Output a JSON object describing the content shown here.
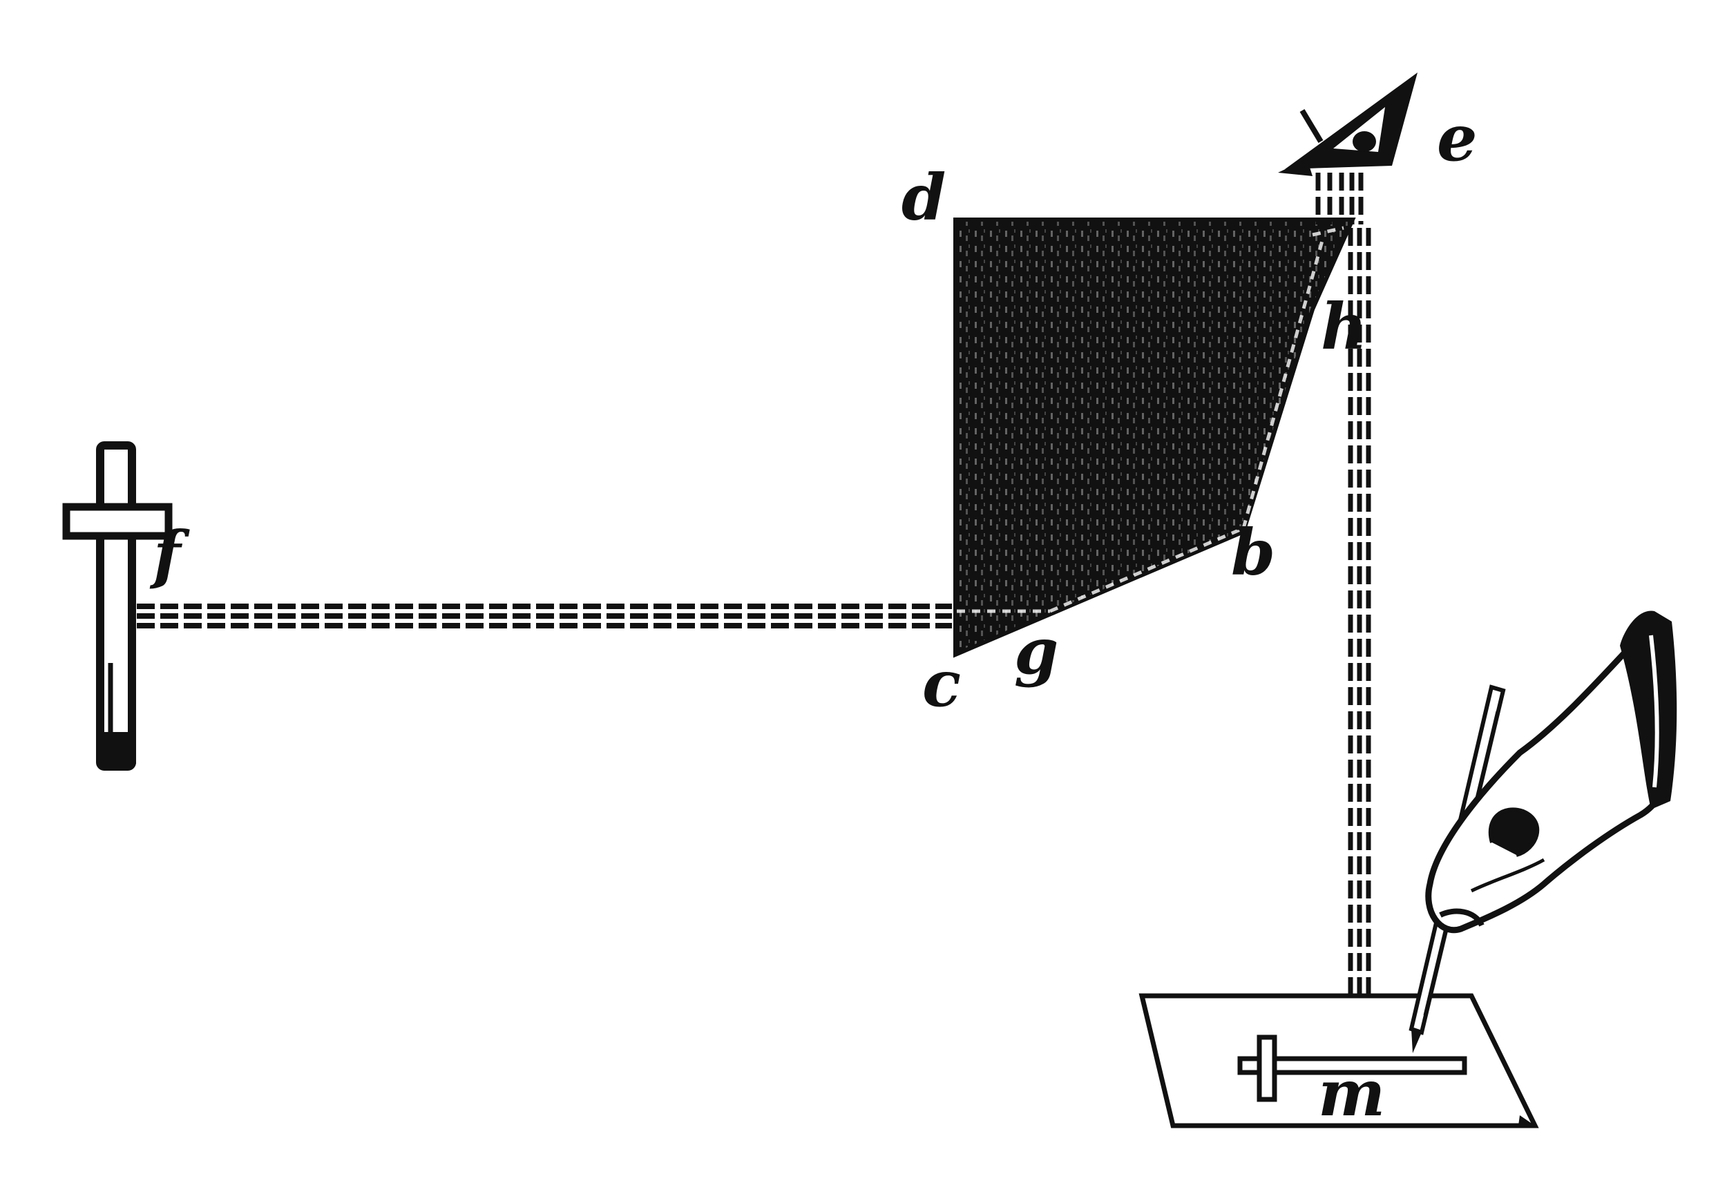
{
  "labels": {
    "d": "d",
    "e": "e",
    "h": "h",
    "b": "b",
    "f": "f",
    "c": "c",
    "g": "g",
    "m": "m"
  },
  "colors": {
    "ink": "#111111",
    "paper": "#ffffff"
  }
}
